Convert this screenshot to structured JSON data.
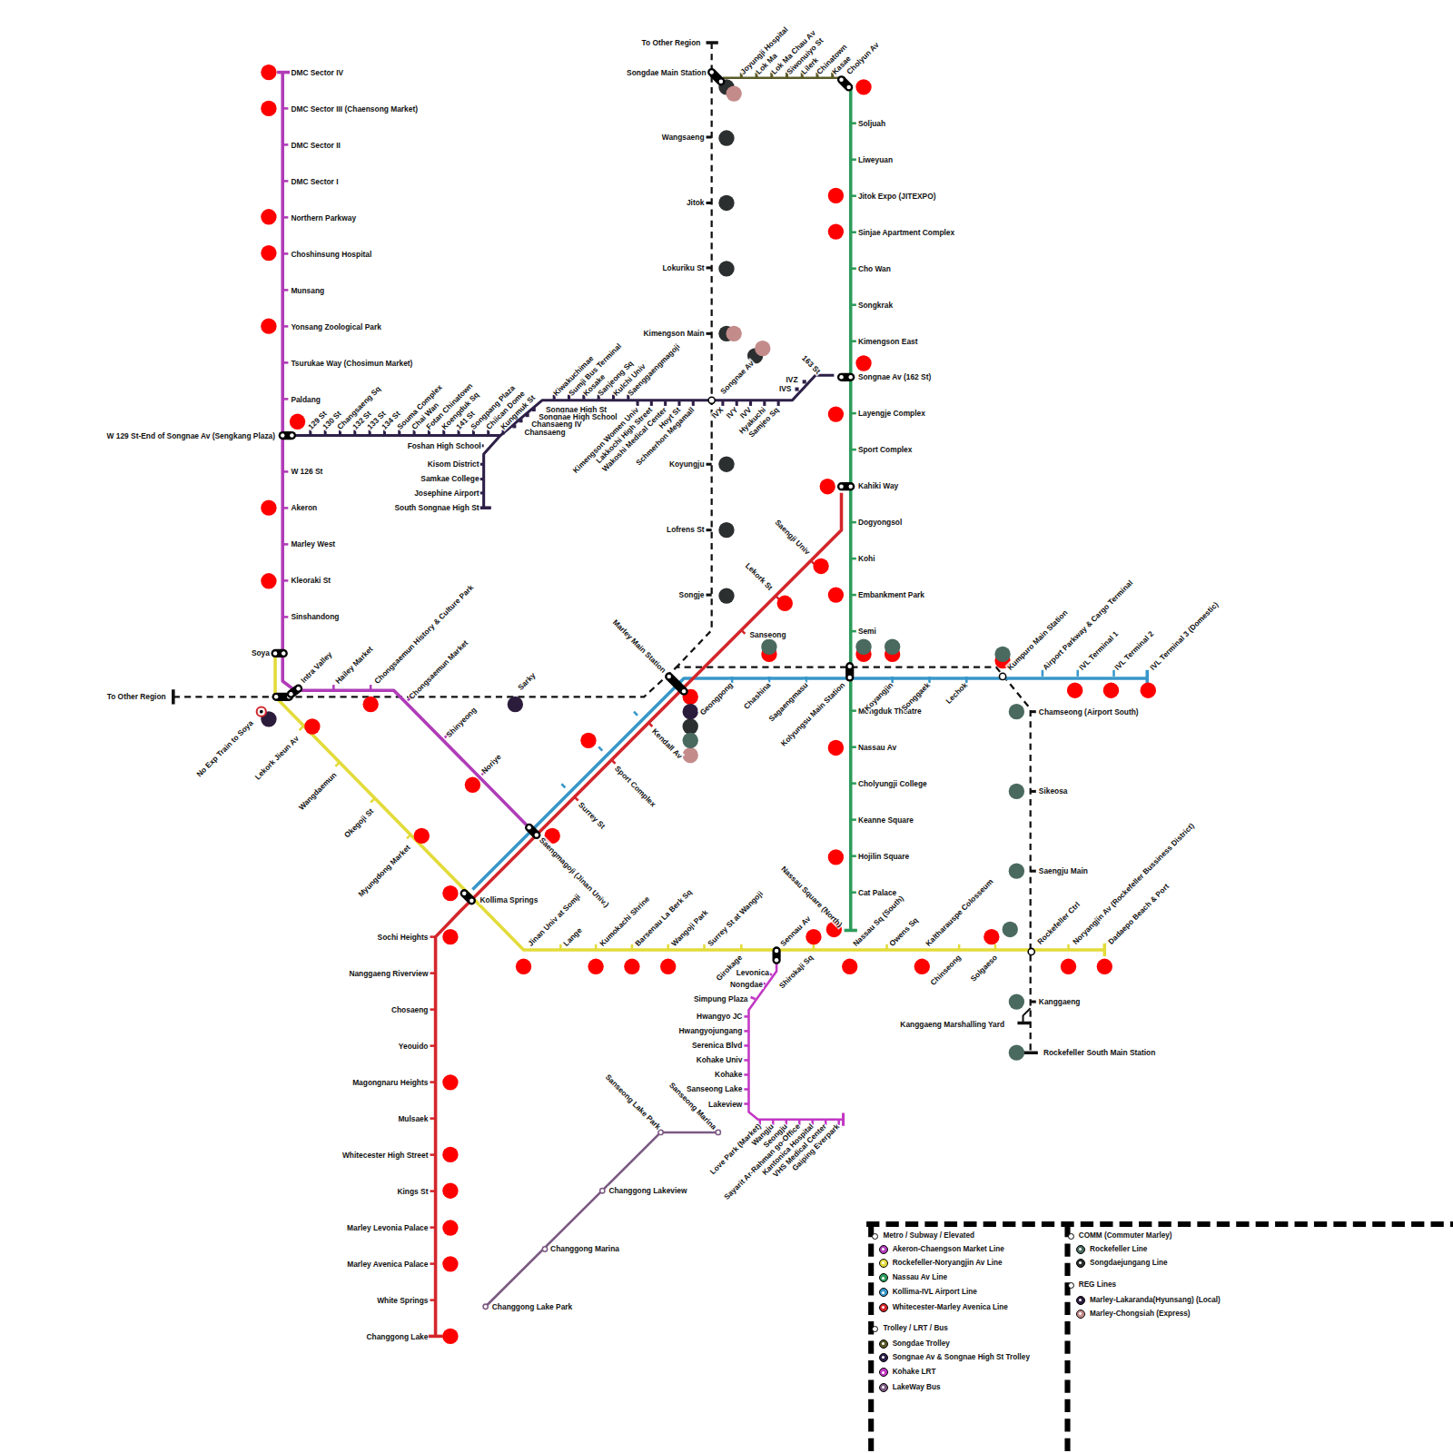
{
  "diagram": {
    "labels": [
      "DMC Sector IV",
      "DMC Sector III (Chaensong Market)",
      "DMC Sector II",
      "DMC Sector I",
      "Northern Parkway",
      "Choshinsung Hospital",
      "Munsang",
      "Yonsang Zoological Park",
      "Tsurukae Way (Chosimun Market)",
      "Paldang",
      "W 126 St",
      "Akeron",
      "Marley West",
      "Kleoraki St",
      "Sinshandong",
      "W 129 St-End of Songnae Av (Sengkang Plaza)",
      "Soya",
      "To Other Region",
      "129 St",
      "130 St",
      "Changsaeng Sq",
      "132 St",
      "133 St",
      "134 St",
      "Souma Complex",
      "Chai Wan",
      "Fotan Chinatown",
      "Koengduk Sq",
      "141 St",
      "Songpang Plaza",
      "Chiican Dome",
      "Kungmuk St",
      "Songnae High St",
      "Songnae High School",
      "Chansaeng IV",
      "Chansaeng",
      "Foshan High School",
      "Kisom District",
      "Samkae College",
      "Josephine Airport",
      "South Songnae High St",
      "Kiwakuchimae",
      "Sumji Bus Terminal",
      "Kosake",
      "Sanjeong Sq",
      "Kulchi Univ",
      "Saenggaengmagoji",
      "Kimengson Women Univ",
      "Lakkochi High Street",
      "Wakoshi Medical Center",
      "Hoyt St",
      "Schmerhon Megamall",
      "Songnae Av",
      "IVX",
      "IVY",
      "IVV",
      "Hyakuchi",
      "Samjeo Sq",
      "IVZ",
      "IVS",
      "163 St",
      "Joyungji Hospital",
      "Lok Ma",
      "Lok Ma Chau Av",
      "Siwonuiyo St",
      "Lilerk",
      "Chinatown",
      "Kasae",
      "Cholyun Av",
      "To Other Region",
      "Songdae Main Station",
      "Wangsaeng",
      "Jitok",
      "Lokuriku St",
      "Kimengson Main",
      "Koyungju",
      "Lofrens St",
      "Songje",
      "Soljuah",
      "Liweyuan",
      "Jitok Expo (JITEXPO)",
      "Sinjae Apartment Complex",
      "Cho Wan",
      "Songkrak",
      "Kimengson East",
      "Songnae Av (162 St)",
      "Layengje Complex",
      "Sport Complex",
      "Kahiki Way",
      "Dogyongsol",
      "Kohi",
      "Embankment Park",
      "Semi",
      "Mongduk Theatre",
      "Nassau Av",
      "Cholyungji College",
      "Keanne Square",
      "Hojilin Square",
      "Cat Palace",
      "Saengji Univ",
      "Lekork St",
      "Sanseong",
      "Marley Main Station",
      "Kendall Av",
      "Sport Complex",
      "Surrey St",
      "Saengmagoji (Jinan Univ.)",
      "Kollima Springs",
      "Geongpong",
      "Chashina",
      "Sagaengmasu",
      "Kolyungsu Main Station",
      "Koyangjin",
      "Songgaek",
      "Lechok",
      "Kumpuro Main Station",
      "Airport Parkway & Cargo Terminal",
      "IVL Terminal 1",
      "IVL Terminal 2",
      "IVL Terminal 3 (Domestic)",
      "Chamseong (Airport South)",
      "Sikeosa",
      "Saengju Main",
      "Rockefeller Ctrl",
      "Noryangjin Av (Rockefeller Bussiness District)",
      "Dadaepo Beach & Port",
      "Kanggaeng",
      "Kanggaeng Marshalling Yard",
      "Rockefeller South Main Station",
      "Intra Valley",
      "Hailey Market",
      "Chongsaemun History & Culture Park",
      "Chongsaemun Market",
      "Shinyeong",
      "Noriye",
      "Sarky",
      "No Exp Train to Soya",
      "Lekork Jieun Av",
      "Wangdaemun",
      "Okegoji St",
      "Myungdong Market",
      "Jinan Univ at Somji",
      "Lange",
      "Kumokachi Shrine",
      "Barsenau La Berk Sq",
      "Wangoji Park",
      "Surrey St at Wangoji",
      "Sennau Av",
      "Girokage",
      "Shirokaji Sq",
      "Nassau Square (North)",
      "Nassau Sq (South)",
      "Owens Sq",
      "Kaltharauspe Colosseum",
      "Chinseong",
      "Solgaeso",
      "Levonica",
      "Nongdae",
      "Simpung Plaza",
      "Hwangyo JC",
      "Hwangyojungang",
      "Serenica Blvd",
      "Kohake Univ",
      "Kohake",
      "Sanseong Lake",
      "Lakeview",
      "Love Park (Market)",
      "Wangju",
      "Seongju",
      "Sayarit Ar-Rahman go-Office",
      "Kantonica Hospital",
      "VHS Medical Center",
      "Gaiping Everpark",
      "Sanseong Lake Park",
      "Sanseong Marina",
      "Changgong Lakeview",
      "Changgong Marina",
      "Changgong Lake Park",
      "Sochi Heights",
      "Nanggaeng Riverview",
      "Chosaeng",
      "Yeouido",
      "Magongnaru Heights",
      "Mulsaek",
      "Whitecester High Street",
      "Kings St",
      "Marley Levonia Palace",
      "Marley Avenica Palace",
      "White Springs",
      "Changgong Lake"
    ],
    "legend": [
      {
        "text": "Metro / Subway / Elevated"
      },
      {
        "text": "Akeron-Chaengson Market Line",
        "color": "#b03cb8"
      },
      {
        "text": "Rockefeller-Noryangjin Av Line",
        "color": "#e3db3a"
      },
      {
        "text": "Nassau Av Line",
        "color": "#2e9b5b"
      },
      {
        "text": "Kollima-IVL Airport Line",
        "color": "#3897c9"
      },
      {
        "text": "Whitecester-Marley Avenica Line",
        "color": "#d3262b"
      },
      {
        "text": "Trolley / LRT / Bus"
      },
      {
        "text": "Songdae Trolley",
        "color": "#5a5a28"
      },
      {
        "text": "Songnae Av & Songnae High St Trolley",
        "color": "#2e2048"
      },
      {
        "text": "Kohake LRT",
        "color": "#c238c4"
      },
      {
        "text": "LakeWay Bus",
        "color": "#7b5a82"
      },
      {
        "text": "COMM (Commuter Marley)"
      },
      {
        "text": "Rockefeller Line",
        "color": "#4a6a5f"
      },
      {
        "text": "Songdaejungang Line",
        "color": "#2b2f2f"
      },
      {
        "text": "REG Lines"
      },
      {
        "text": "Marley-Lakaranda(Hyunsang) (Local)",
        "color": "#2c1c3c"
      },
      {
        "text": "Marley-Chongsiah (Express)",
        "color": "#c48b8b"
      }
    ]
  }
}
